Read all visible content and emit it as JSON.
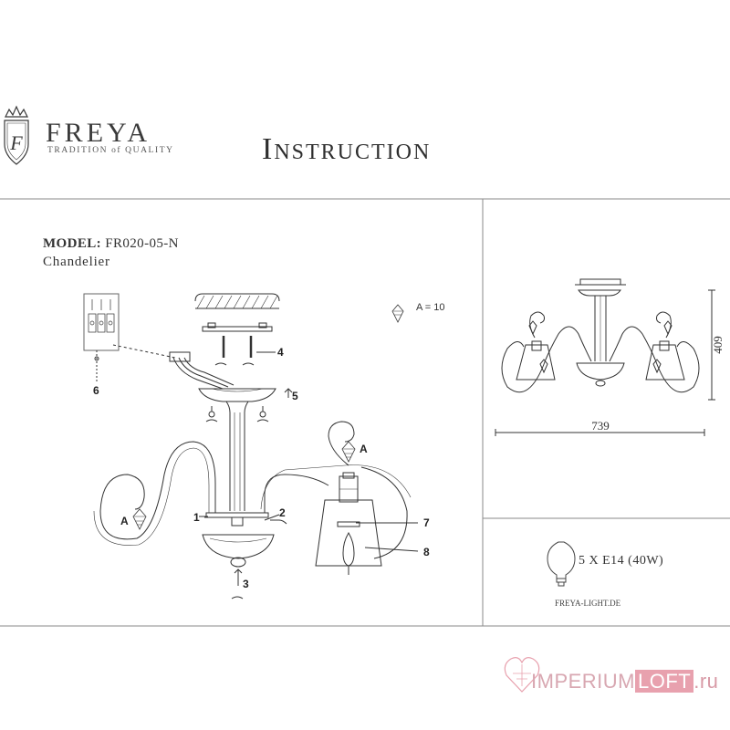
{
  "brand": {
    "logo_letter": "F",
    "name": "FREYA",
    "tagline": "TRADITION of QUALITY"
  },
  "document": {
    "title": "Instruction"
  },
  "product": {
    "model_label": "MODEL:",
    "model_code": "FR020-05-N",
    "type": "Chandelier"
  },
  "assembly": {
    "callouts": [
      "1",
      "2",
      "3",
      "4",
      "5",
      "6",
      "7",
      "8"
    ],
    "crystal_label": "A",
    "crystal_note": "A = 10"
  },
  "dimensions": {
    "width": "739",
    "height": "409"
  },
  "specs": {
    "bulb": "5 X E14 (40W)",
    "website": "FREYA-LIGHT.DE"
  },
  "watermark": {
    "part1": "IMPERIUM",
    "part2": "LOFT",
    "part3": ".ru"
  },
  "colors": {
    "line": "#333333",
    "frame": "#8a8a8a",
    "watermark": "#e8a1ae"
  }
}
